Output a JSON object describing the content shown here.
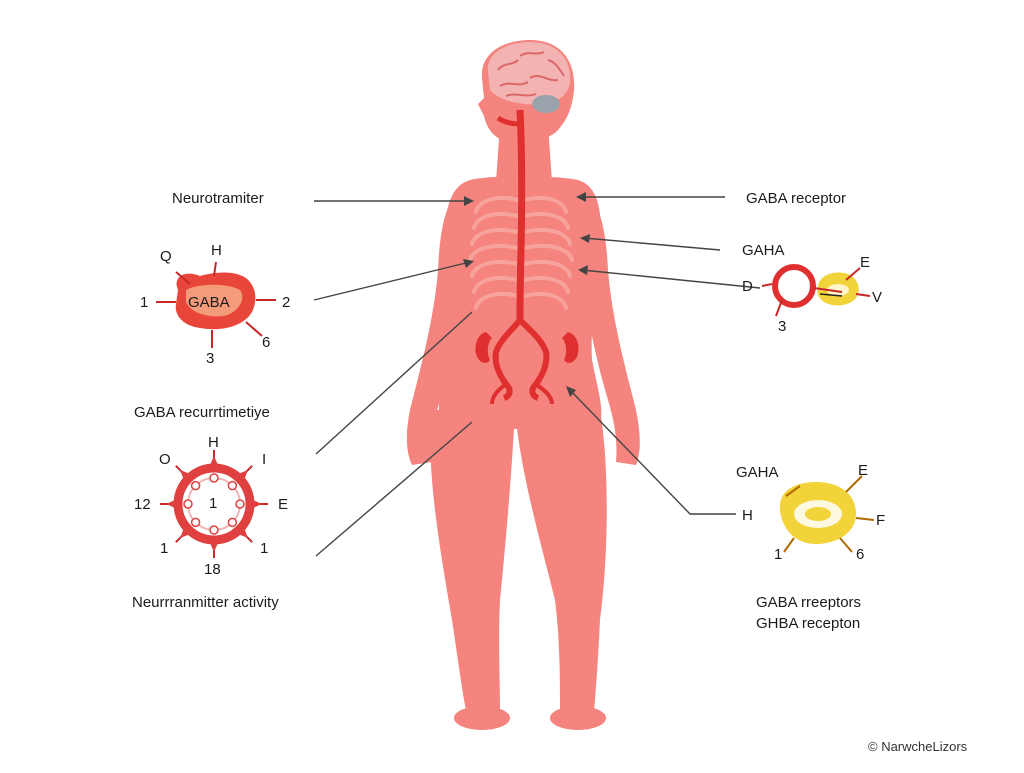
{
  "diagram": {
    "colors": {
      "skin": "#f4847d",
      "skin_light": "#f7a39c",
      "vessel": "#e02f2f",
      "dark_red": "#c82a2a",
      "ring_red": "#e34040",
      "yellow": "#f2d33a",
      "line": "#444444",
      "brain": "#f3b3b3"
    },
    "labels": {
      "neurotramiter": "Neurotramiter",
      "gaba_recurrtimetiye": "GABA recurrtimetiye",
      "neurrranmitter_activity": "Neurrranmitter activity",
      "gaba_receptor_top": "GABA receptor",
      "gaha_upper": "GAHA",
      "gaha_lower": "GAHA",
      "gaba_rreeptors": "GABA rreeptors",
      "ghba_recepton": "GHBA recepton"
    },
    "molecule_left_top": {
      "center_text": "GABA",
      "labels": [
        "Q",
        "H",
        "1",
        "2",
        "3",
        "6"
      ]
    },
    "molecule_left_bottom": {
      "center_text": "1",
      "labels": [
        "O",
        "H",
        "I",
        "12",
        "E",
        "1",
        "1",
        "18"
      ]
    },
    "molecule_right_top": {
      "labels": [
        "E",
        "D",
        "V",
        "3"
      ]
    },
    "molecule_right_bottom": {
      "labels": [
        "E",
        "H",
        "F",
        "1",
        "6"
      ]
    },
    "watermark": "© NarwcheLizors"
  }
}
